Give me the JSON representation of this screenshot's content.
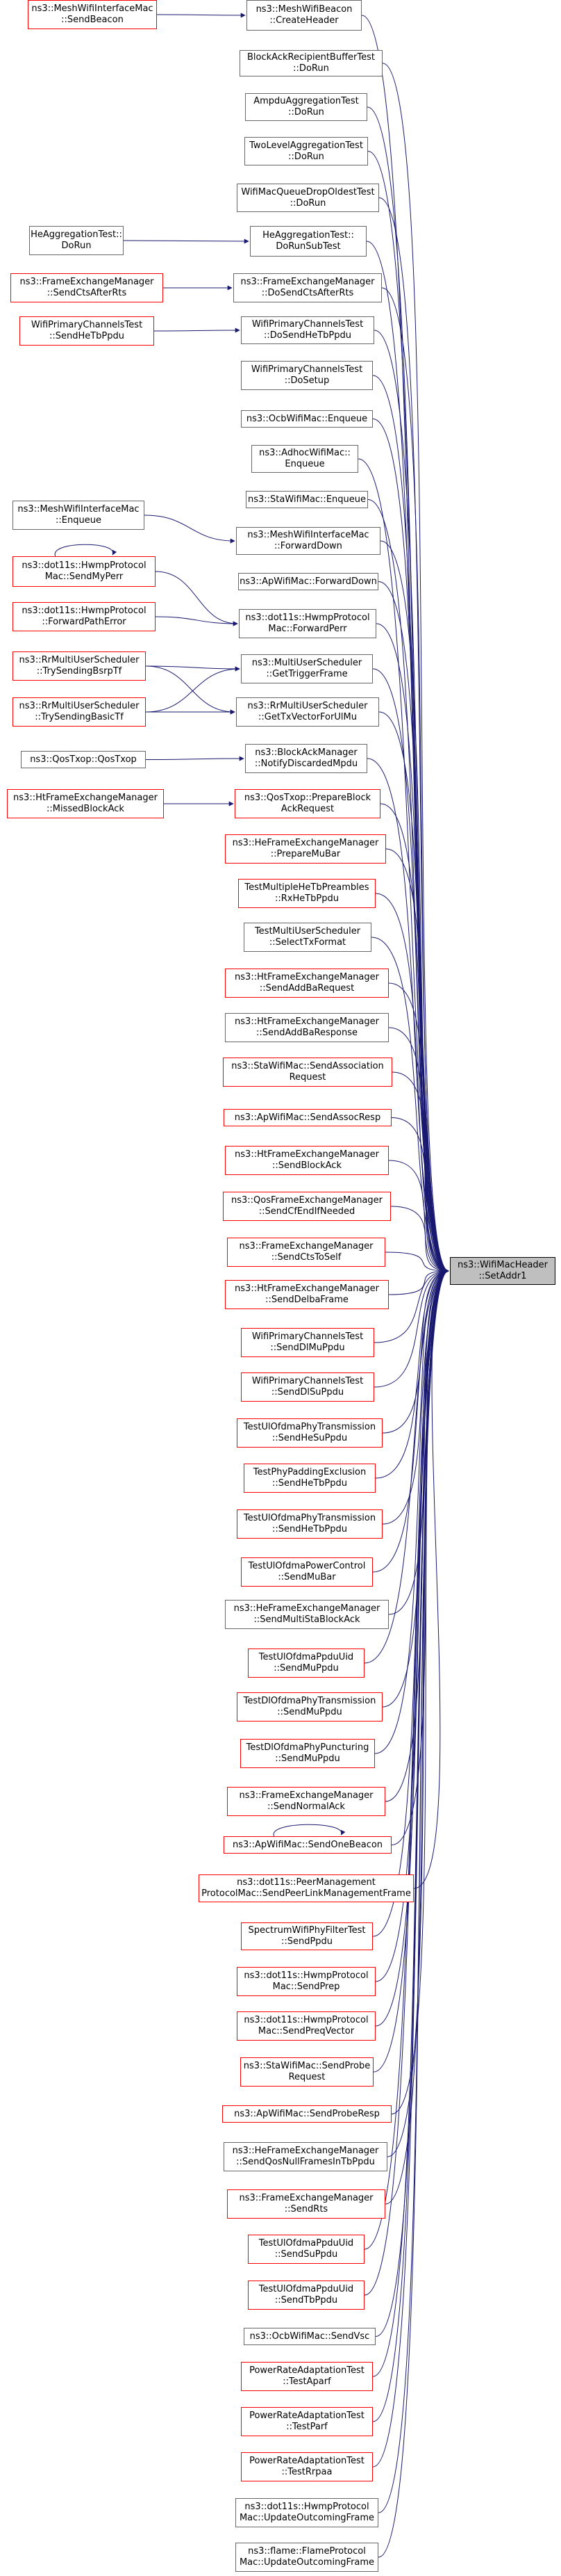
{
  "graph": {
    "colors": {
      "edge": "#191970",
      "link_border": "#ff0000",
      "plain_border": "#666666",
      "focus_fill": "#bfbfbf"
    },
    "focus": {
      "label": "ns3::WifiMacHeader\n::SetAddr1"
    },
    "callers": [
      {
        "id": "c0",
        "label": "ns3::MeshWifiBeacon\n::CreateHeader",
        "style": "plain"
      },
      {
        "id": "c1",
        "label": "BlockAckRecipientBufferTest\n::DoRun",
        "style": "plain"
      },
      {
        "id": "c2",
        "label": "AmpduAggregationTest\n::DoRun",
        "style": "plain"
      },
      {
        "id": "c3",
        "label": "TwoLevelAggregationTest\n::DoRun",
        "style": "plain"
      },
      {
        "id": "c4",
        "label": "WifiMacQueueDropOldestTest\n::DoRun",
        "style": "plain"
      },
      {
        "id": "c5",
        "label": "HeAggregationTest::\nDoRunSubTest",
        "style": "plain"
      },
      {
        "id": "c6",
        "label": "ns3::FrameExchangeManager\n::DoSendCtsAfterRts",
        "style": "plain"
      },
      {
        "id": "c7",
        "label": "WifiPrimaryChannelsTest\n::DoSendHeTbPpdu",
        "style": "plain"
      },
      {
        "id": "c8",
        "label": "WifiPrimaryChannelsTest\n::DoSetup",
        "style": "plain"
      },
      {
        "id": "c9",
        "label": "ns3::OcbWifiMac::Enqueue",
        "style": "plain"
      },
      {
        "id": "c10",
        "label": "ns3::AdhocWifiMac::\nEnqueue",
        "style": "plain"
      },
      {
        "id": "c11",
        "label": "ns3::StaWifiMac::Enqueue",
        "style": "plain"
      },
      {
        "id": "c12",
        "label": "ns3::MeshWifiInterfaceMac\n::ForwardDown",
        "style": "plain"
      },
      {
        "id": "c13",
        "label": "ns3::ApWifiMac::ForwardDown",
        "style": "plain"
      },
      {
        "id": "c14",
        "label": "ns3::dot11s::HwmpProtocol\nMac::ForwardPerr",
        "style": "plain"
      },
      {
        "id": "c15",
        "label": "ns3::MultiUserScheduler\n::GetTriggerFrame",
        "style": "plain"
      },
      {
        "id": "c16",
        "label": "ns3::RrMultiUserScheduler\n::GetTxVectorForUlMu",
        "style": "plain"
      },
      {
        "id": "c17",
        "label": "ns3::BlockAckManager\n::NotifyDiscardedMpdu",
        "style": "plain"
      },
      {
        "id": "c18",
        "label": "ns3::QosTxop::PrepareBlock\nAckRequest",
        "style": "link"
      },
      {
        "id": "c19",
        "label": "ns3::HeFrameExchangeManager\n::PrepareMuBar",
        "style": "link"
      },
      {
        "id": "c20",
        "label": "TestMultipleHeTbPreambles\n::RxHeTbPpdu",
        "style": "link"
      },
      {
        "id": "c21",
        "label": "TestMultiUserScheduler\n::SelectTxFormat",
        "style": "plain"
      },
      {
        "id": "c22",
        "label": "ns3::HtFrameExchangeManager\n::SendAddBaRequest",
        "style": "link"
      },
      {
        "id": "c23",
        "label": "ns3::HtFrameExchangeManager\n::SendAddBaResponse",
        "style": "plain"
      },
      {
        "id": "c24",
        "label": "ns3::StaWifiMac::SendAssociation\nRequest",
        "style": "link"
      },
      {
        "id": "c25",
        "label": "ns3::ApWifiMac::SendAssocResp",
        "style": "link"
      },
      {
        "id": "c26",
        "label": "ns3::HtFrameExchangeManager\n::SendBlockAck",
        "style": "link"
      },
      {
        "id": "c27",
        "label": "ns3::QosFrameExchangeManager\n::SendCfEndIfNeeded",
        "style": "link"
      },
      {
        "id": "c28",
        "label": "ns3::FrameExchangeManager\n::SendCtsToSelf",
        "style": "link"
      },
      {
        "id": "c29",
        "label": "ns3::HtFrameExchangeManager\n::SendDelbaFrame",
        "style": "link"
      },
      {
        "id": "c30",
        "label": "WifiPrimaryChannelsTest\n::SendDlMuPpdu",
        "style": "link"
      },
      {
        "id": "c31",
        "label": "WifiPrimaryChannelsTest\n::SendDlSuPpdu",
        "style": "link"
      },
      {
        "id": "c32",
        "label": "TestUlOfdmaPhyTransmission\n::SendHeSuPpdu",
        "style": "link"
      },
      {
        "id": "c33",
        "label": "TestPhyPaddingExclusion\n::SendHeTbPpdu",
        "style": "link"
      },
      {
        "id": "c34",
        "label": "TestUlOfdmaPhyTransmission\n::SendHeTbPpdu",
        "style": "link"
      },
      {
        "id": "c35",
        "label": "TestUlOfdmaPowerControl\n::SendMuBar",
        "style": "link"
      },
      {
        "id": "c36",
        "label": "ns3::HeFrameExchangeManager\n::SendMultiStaBlockAck",
        "style": "plain"
      },
      {
        "id": "c37",
        "label": "TestUlOfdmaPpduUid\n::SendMuPpdu",
        "style": "link"
      },
      {
        "id": "c38",
        "label": "TestDlOfdmaPhyTransmission\n::SendMuPpdu",
        "style": "link"
      },
      {
        "id": "c39",
        "label": "TestDlOfdmaPhyPuncturing\n::SendMuPpdu",
        "style": "link"
      },
      {
        "id": "c40",
        "label": "ns3::FrameExchangeManager\n::SendNormalAck",
        "style": "link"
      },
      {
        "id": "c41",
        "label": "ns3::ApWifiMac::SendOneBeacon",
        "style": "link"
      },
      {
        "id": "c42",
        "label": "ns3::dot11s::PeerManagement\nProtocolMac::SendPeerLinkManagementFrame",
        "style": "link"
      },
      {
        "id": "c43",
        "label": "SpectrumWifiPhyFilterTest\n::SendPpdu",
        "style": "link"
      },
      {
        "id": "c44",
        "label": "ns3::dot11s::HwmpProtocol\nMac::SendPrep",
        "style": "link"
      },
      {
        "id": "c45",
        "label": "ns3::dot11s::HwmpProtocol\nMac::SendPreqVector",
        "style": "link"
      },
      {
        "id": "c46",
        "label": "ns3::StaWifiMac::SendProbe\nRequest",
        "style": "link"
      },
      {
        "id": "c47",
        "label": "ns3::ApWifiMac::SendProbeResp",
        "style": "link"
      },
      {
        "id": "c48",
        "label": "ns3::HeFrameExchangeManager\n::SendQosNullFramesInTbPpdu",
        "style": "plain"
      },
      {
        "id": "c49",
        "label": "ns3::FrameExchangeManager\n::SendRts",
        "style": "link"
      },
      {
        "id": "c50",
        "label": "TestUlOfdmaPpduUid\n::SendSuPpdu",
        "style": "link"
      },
      {
        "id": "c51",
        "label": "TestUlOfdmaPpduUid\n::SendTbPpdu",
        "style": "link"
      },
      {
        "id": "c52",
        "label": "ns3::OcbWifiMac::SendVsc",
        "style": "plain"
      },
      {
        "id": "c53",
        "label": "PowerRateAdaptationTest\n::TestAparf",
        "style": "link"
      },
      {
        "id": "c54",
        "label": "PowerRateAdaptationTest\n::TestParf",
        "style": "link"
      },
      {
        "id": "c55",
        "label": "PowerRateAdaptationTest\n::TestRrpaa",
        "style": "link"
      },
      {
        "id": "c56",
        "label": "ns3::dot11s::HwmpProtocol\nMac::UpdateOutcomingFrame",
        "style": "plain"
      },
      {
        "id": "c57",
        "label": "ns3::flame::FlameProtocol\nMac::UpdateOutcomingFrame",
        "style": "plain"
      }
    ],
    "second_level": [
      {
        "id": "s0",
        "label": "ns3::MeshWifiInterfaceMac\n::SendBeacon",
        "style": "link"
      },
      {
        "id": "s1",
        "label": "HeAggregationTest::\nDoRun",
        "style": "plain"
      },
      {
        "id": "s2",
        "label": "ns3::FrameExchangeManager\n::SendCtsAfterRts",
        "style": "link"
      },
      {
        "id": "s3",
        "label": "WifiPrimaryChannelsTest\n::SendHeTbPpdu",
        "style": "link"
      },
      {
        "id": "s4",
        "label": "ns3::MeshWifiInterfaceMac\n::Enqueue",
        "style": "plain"
      },
      {
        "id": "s5",
        "label": "ns3::dot11s::HwmpProtocol\nMac::SendMyPerr",
        "style": "link"
      },
      {
        "id": "s6",
        "label": "ns3::dot11s::HwmpProtocol\n::ForwardPathError",
        "style": "link"
      },
      {
        "id": "s7",
        "label": "ns3::RrMultiUserScheduler\n::TrySendingBsrpTf",
        "style": "link"
      },
      {
        "id": "s8",
        "label": "ns3::RrMultiUserScheduler\n::TrySendingBasicTf",
        "style": "link"
      },
      {
        "id": "s9",
        "label": "ns3::QosTxop::QosTxop",
        "style": "plain"
      },
      {
        "id": "s10",
        "label": "ns3::HtFrameExchangeManager\n::MissedBlockAck",
        "style": "link"
      }
    ]
  }
}
